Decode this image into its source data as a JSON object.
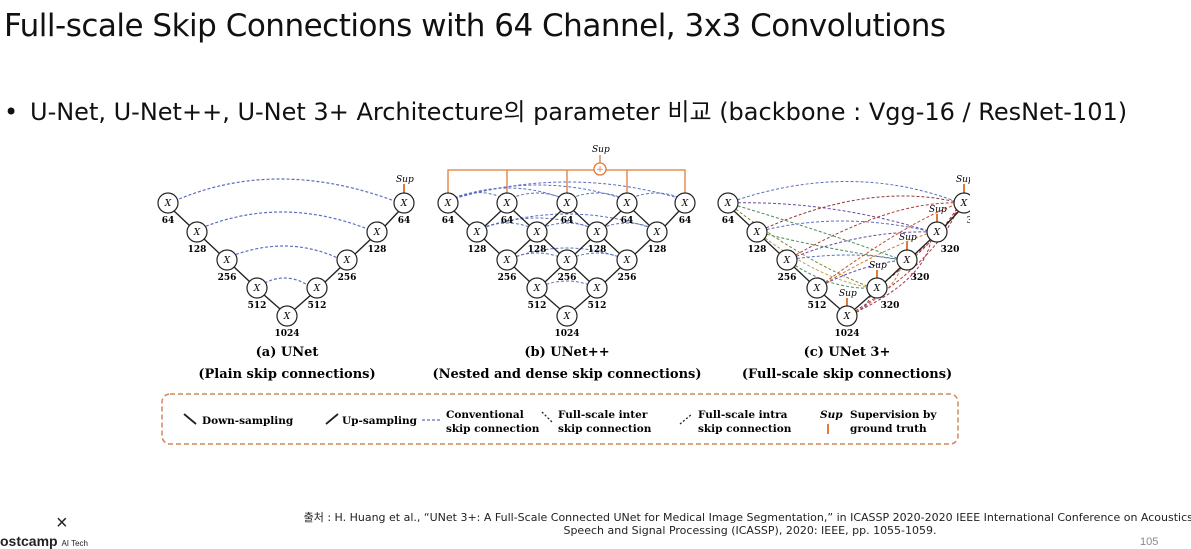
{
  "title": "Full-scale Skip Connections with 64 Channel, 3x3 Convolutions",
  "bullet": "U-Net, U-Net++, U-Net 3+ Architecture의 parameter 비교 (backbone : Vgg-16 / ResNet-101)",
  "diagrams": [
    {
      "label": "(a) UNet",
      "caption": "(Plain skip connections)"
    },
    {
      "label": "(b) UNet++",
      "caption": "(Nested and dense skip connections)"
    },
    {
      "label": "(c) UNet 3+",
      "caption": "(Full-scale skip connections)"
    }
  ],
  "channels": [
    "64",
    "128",
    "256",
    "512",
    "1024",
    "320"
  ],
  "sup_label": "Sup",
  "legend": {
    "down": "Down-sampling",
    "up": "Up-sampling",
    "conv1": "Conventional",
    "conv2": "skip connection",
    "inter1": "Full-scale inter",
    "inter2": "skip connection",
    "intra1": "Full-scale intra",
    "intra2": "skip connection",
    "sup": "Sup",
    "sup1": "Supervision by",
    "sup2": "ground truth"
  },
  "citation_line1": "출처 : H. Huang et al., “UNet 3+: A Full-Scale Connected UNet for Medical Image Segmentation,” in ICASSP 2020-2020 IEEE International Conference on Acoustics,",
  "citation_line2": "Speech and Signal Processing (ICASSP), 2020: IEEE, pp. 1055-1059.",
  "logo": {
    "mark": "×",
    "name": "ostcamp",
    "sub": "AI Tech"
  },
  "page_number": "105",
  "colors": {
    "ink": "#222222",
    "sup": "#e07b39",
    "conv": "#5b6fc0",
    "legend_border": "#d4875a"
  }
}
